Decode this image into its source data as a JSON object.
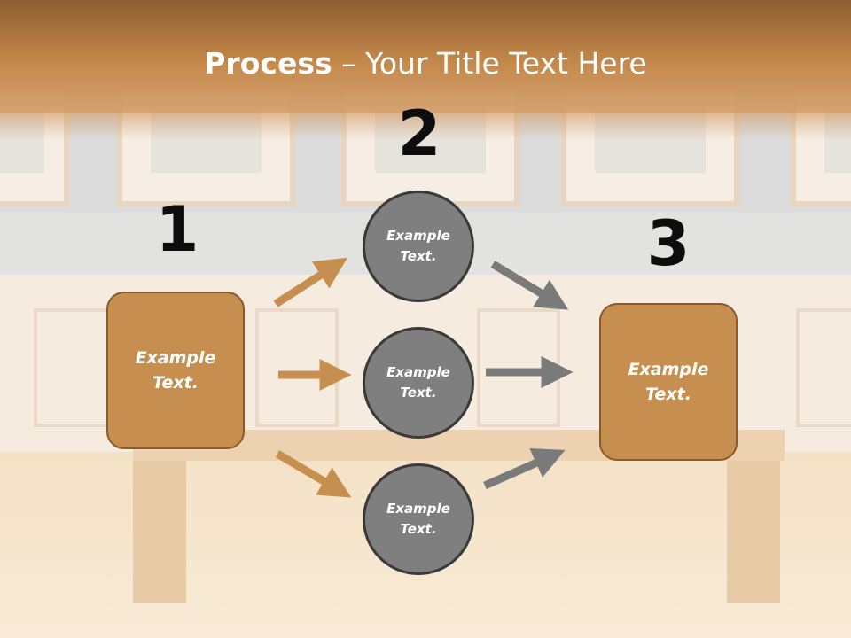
{
  "title": {
    "bold": "Process",
    "rest": " – Your Title Text Here"
  },
  "steps": {
    "one": "1",
    "two": "2",
    "three": "3"
  },
  "left_box": {
    "line1": "Example",
    "line2": "Text."
  },
  "right_box": {
    "line1": "Example",
    "line2": "Text."
  },
  "circles": [
    {
      "line1": "Example",
      "line2": "Text."
    },
    {
      "line1": "Example",
      "line2": "Text."
    },
    {
      "line1": "Example",
      "line2": "Text."
    }
  ],
  "colors": {
    "title_band": "#b0763a",
    "box_fill": "#c68f4f",
    "box_border": "#8a5a2b",
    "circle_fill": "#7f7f7f",
    "circle_border": "#3a3a3a",
    "arrow_orange": "#c68f4f",
    "arrow_gray": "#7a7a7a"
  }
}
